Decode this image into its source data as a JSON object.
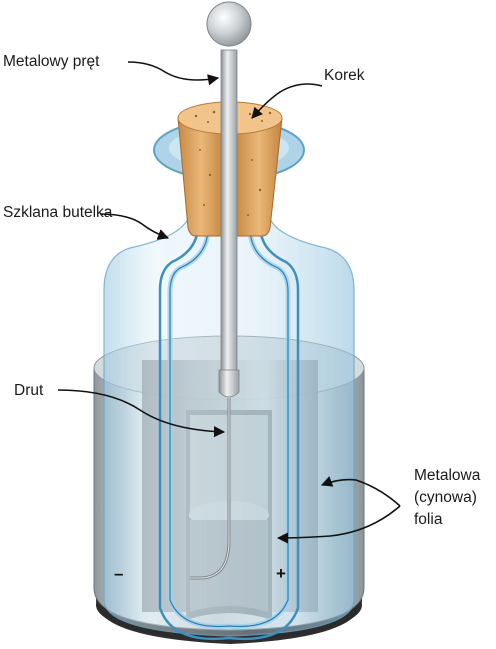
{
  "labels": {
    "rod": "Metalowy pręt",
    "cork": "Korek",
    "bottle": "Szklana butelka",
    "wire": "Drut",
    "foil_line1": "Metalowa",
    "foil_line2": "(cynowa)",
    "foil_line3": "folia"
  },
  "signs": {
    "negative": "–",
    "positive": "+"
  },
  "colors": {
    "glass": "#bfe0f0",
    "glass_edge": "#5aa4c8",
    "foil": "#b9c2c8",
    "cork": "#e0ab6a",
    "rod": "#c8cccf",
    "base": "#2e2e2e"
  }
}
